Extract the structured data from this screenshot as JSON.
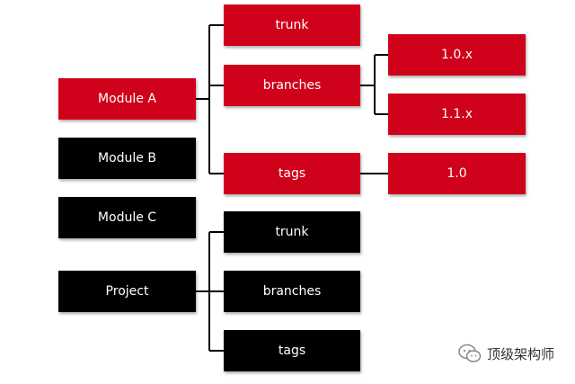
{
  "colors": {
    "highlight": "#d0021b",
    "default": "#000000",
    "connector": "#000000"
  },
  "modules": [
    {
      "label": "Module A",
      "color": "red"
    },
    {
      "label": "Module B",
      "color": "black"
    },
    {
      "label": "Module C",
      "color": "black"
    },
    {
      "label": "Project",
      "color": "black"
    }
  ],
  "module_a_children": [
    {
      "label": "trunk"
    },
    {
      "label": "branches"
    },
    {
      "label": "tags"
    }
  ],
  "branches_children": [
    {
      "label": "1.0.x"
    },
    {
      "label": "1.1.x"
    }
  ],
  "tags_children": [
    {
      "label": "1.0"
    }
  ],
  "project_children": [
    {
      "label": "trunk"
    },
    {
      "label": "branches"
    },
    {
      "label": "tags"
    }
  ],
  "watermark": {
    "icon": "wechat-icon",
    "text": "顶级架构师"
  }
}
